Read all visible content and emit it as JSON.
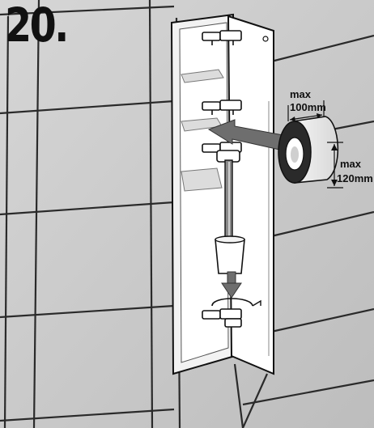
{
  "step": {
    "number": "20."
  },
  "dimensions": {
    "width": {
      "label": "max",
      "value": "100mm"
    },
    "height": {
      "label": "max",
      "value": "120mm"
    }
  },
  "colors": {
    "wall": "#c9c9c9",
    "grout": "#2a2a2a",
    "cabinet": "#ffffff",
    "arrow": "#6e6e6e",
    "outline": "#111111"
  },
  "icons": {
    "holder_arrow": "arrow-left-icon",
    "brush_arrow": "arrow-down-icon"
  }
}
